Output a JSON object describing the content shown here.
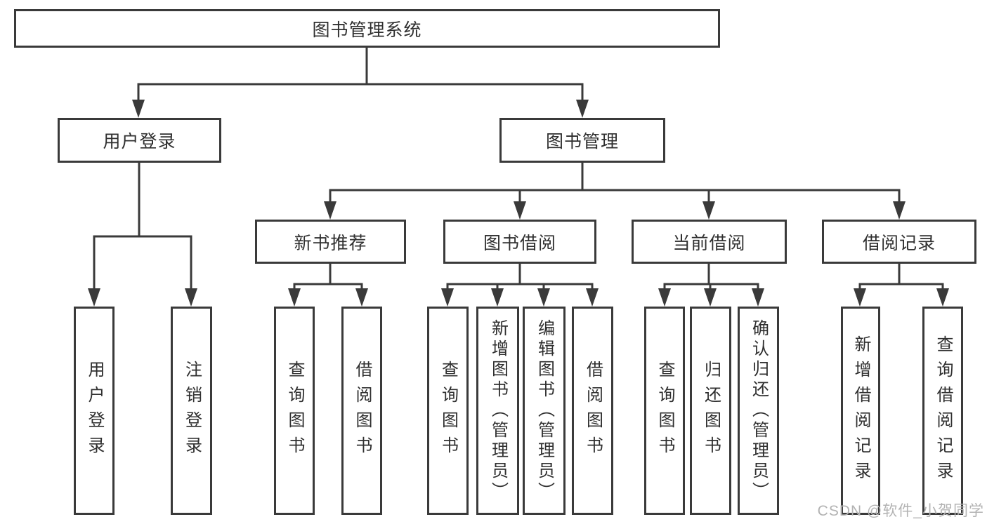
{
  "diagram": {
    "type": "hierarchy-tree",
    "colors": {
      "line": "#3a3a3a",
      "box_border": "#3a3a3a",
      "box_fill": "#ffffff",
      "text": "#2f2f2f",
      "watermark": "#b3b3b3",
      "background": "#ffffff"
    }
  },
  "tree": {
    "label": "图书管理系统",
    "children": [
      {
        "label": "用户登录",
        "children": [
          {
            "label": "用户登录"
          },
          {
            "label": "注销登录"
          }
        ]
      },
      {
        "label": "图书管理",
        "children": [
          {
            "label": "新书推荐",
            "children": [
              {
                "label": "查询图书"
              },
              {
                "label": "借阅图书"
              }
            ]
          },
          {
            "label": "图书借阅",
            "children": [
              {
                "label": "查询图书"
              },
              {
                "label": "新增图书（管理员）"
              },
              {
                "label": "编辑图书（管理员）"
              },
              {
                "label": "借阅图书"
              }
            ]
          },
          {
            "label": "当前借阅",
            "children": [
              {
                "label": "查询图书"
              },
              {
                "label": "归还图书"
              },
              {
                "label": "确认归还（管理员）"
              }
            ]
          },
          {
            "label": "借阅记录",
            "children": [
              {
                "label": "新增借阅记录"
              },
              {
                "label": "查询借阅记录"
              }
            ]
          }
        ]
      }
    ]
  },
  "watermark": "CSDN @软件_小贺同学"
}
